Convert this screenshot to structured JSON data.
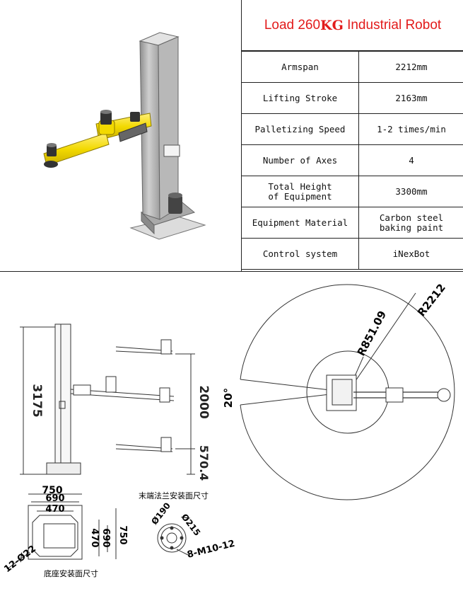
{
  "spec": {
    "title_pre": "Load 260",
    "title_bold": "KG",
    "title_post": " Industrial Robot",
    "rows": [
      {
        "label": "Armspan",
        "value": "2212mm"
      },
      {
        "label": "Lifting Stroke",
        "value": "2163mm"
      },
      {
        "label": "Palletizing Speed",
        "value": "1-2 times/min"
      },
      {
        "label": "Number of Axes",
        "value": "4"
      },
      {
        "label": "Total Height\nof Equipment",
        "value": "3300mm"
      },
      {
        "label": "Equipment Material",
        "value": "Carbon steel\nbaking paint"
      },
      {
        "label": "Control system",
        "value": "iNexBot"
      }
    ]
  },
  "drawing": {
    "height_total": "3175",
    "stroke": "2000",
    "bottom_offset": "570.4",
    "base_outer": "750",
    "base_mid": "690",
    "base_inner": "470",
    "base_side_inner": "470",
    "base_side_mid": "690",
    "base_side_outer": "750",
    "base_holes": "12-Ø22",
    "base_caption": "底座安装面尺寸",
    "flange_caption": "末端法兰安装面尺寸",
    "flange_d1": "Ø190",
    "flange_d2": "Ø215",
    "flange_holes": "8-M10-12",
    "radius_outer": "R2212",
    "radius_inner": "R851.09",
    "dead_angle": "20°"
  },
  "colors": {
    "title_red": "#e21b1b",
    "arm_yellow": "#f2d900",
    "column_gray": "#c9c9c9"
  }
}
